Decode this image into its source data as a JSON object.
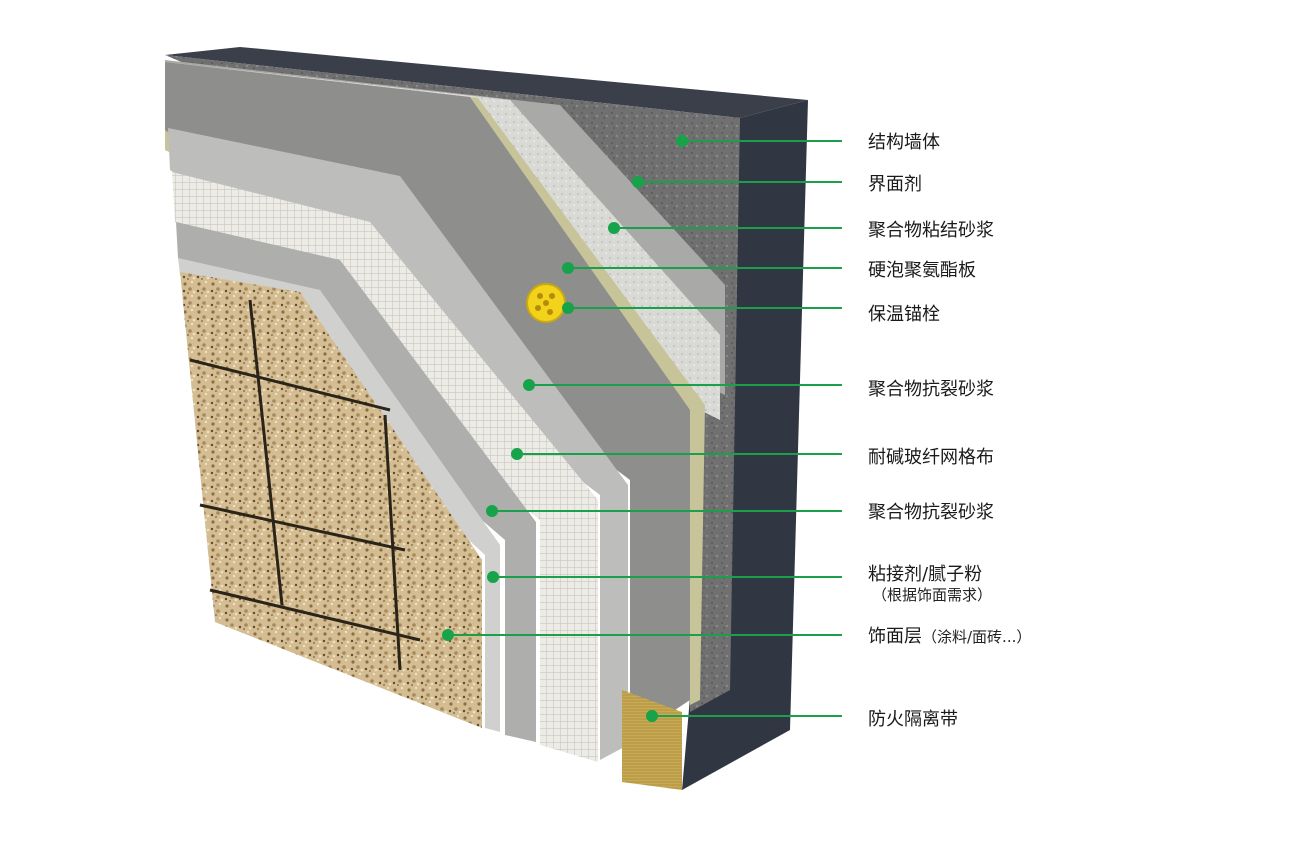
{
  "diagram": {
    "layers": [
      {
        "id": "structural-wall",
        "label": "结构墙体"
      },
      {
        "id": "interface-agent",
        "label": "界面剂"
      },
      {
        "id": "bonding-mortar",
        "label": "聚合物粘结砂浆"
      },
      {
        "id": "pu-board",
        "label": "硬泡聚氨酯板"
      },
      {
        "id": "anchor",
        "label": "保温锚栓"
      },
      {
        "id": "crack-mortar-1",
        "label": "聚合物抗裂砂浆"
      },
      {
        "id": "fiber-mesh",
        "label": "耐碱玻纤网格布"
      },
      {
        "id": "crack-mortar-2",
        "label": "聚合物抗裂砂浆"
      },
      {
        "id": "adhesive-putty",
        "label": "粘接剂/腻子粉",
        "note": "（根据饰面需求）"
      },
      {
        "id": "finish-layer",
        "label": "饰面层",
        "note": "（涂料/面砖...）"
      },
      {
        "id": "fire-barrier",
        "label": "防火隔离带"
      }
    ],
    "colors": {
      "leader": "#1aa04a",
      "dot": "#16a34a",
      "wall_front": "#6f6f6c",
      "wall_side": "#2f3440",
      "eps": "#8d8d8b",
      "mortar": "#b8b9b7",
      "mesh": "#e9e8e2",
      "stone": "#cdb48a",
      "anchor": "#f3d21c",
      "fire_band": "#c7a94e"
    }
  }
}
